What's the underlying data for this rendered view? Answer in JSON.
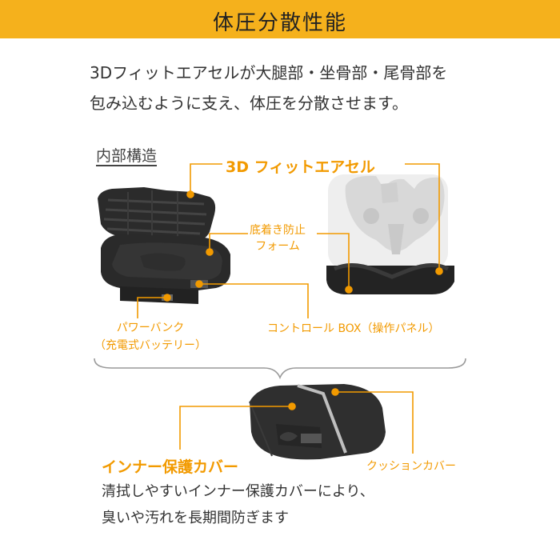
{
  "banner": {
    "title": "体圧分散性能",
    "color": "#f5b11c"
  },
  "intro": {
    "line1": "3Dフィットエアセルが大腿部・坐骨部・尾骨部を",
    "line2": "包み込むように支え、体圧を分散させます。"
  },
  "section": {
    "heading": "内部構造"
  },
  "labels": {
    "air_cell": "3D フィットエアセル",
    "non_slip_line1": "底着き防止",
    "non_slip_line2": "フォーム",
    "power_bank_line1": "パワーバンク",
    "power_bank_line2": "（充電式バッテリー）",
    "control_box": "コントロール BOX（操作パネル）",
    "inner_cover": "インナー保護カバー",
    "cushion_cover": "クッションカバー"
  },
  "outro": {
    "line1": "清拭しやすいインナー保護カバーにより、",
    "line2": "臭いや汚れを長期間防ぎます"
  },
  "colors": {
    "accent": "#f29a00",
    "text": "#333333",
    "cushion": "#2a2a2a"
  }
}
